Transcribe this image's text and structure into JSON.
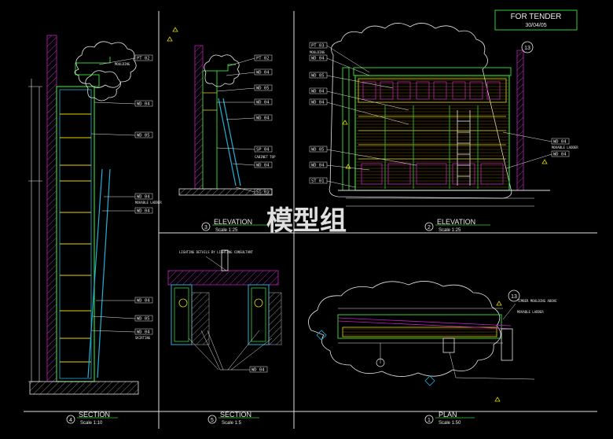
{
  "stamp": {
    "title": "FOR TENDER",
    "date": "30/04/05"
  },
  "watermark": "模型组",
  "titles": {
    "elevation_3": {
      "num": "3",
      "name": "ELEVATION",
      "scale": "Scale 1:25"
    },
    "elevation_2": {
      "num": "2",
      "name": "ELEVATION",
      "scale": "Scale 1:25"
    },
    "section_4": {
      "num": "4",
      "name": "SECTION",
      "scale": "Scale 1:10"
    },
    "section_5": {
      "num": "5",
      "name": "SECTION",
      "scale": "Scale 1:5"
    },
    "plan_1": {
      "num": "1",
      "name": "PLAN",
      "scale": "Scale 1:50"
    }
  },
  "grid_markers": {
    "elevation": "13",
    "plan": "13"
  },
  "tags": {
    "s4": [
      "PT 02",
      "WD 04",
      "WD 05",
      "WD 04",
      "WD 04",
      "WD 04",
      "WD 05",
      "WD 04"
    ],
    "s3": [
      "PT 02",
      "WD 04",
      "WD 05",
      "WD 04",
      "WD 04",
      "SP 04",
      "WD 04",
      "ST 01"
    ],
    "e2_left": [
      "PT 03",
      "WD 04",
      "WD 05",
      "WD 04",
      "WD 04",
      "WD 05",
      "WD 04",
      "ST 01"
    ],
    "e2_right": [
      "WD 04",
      "WD 04"
    ],
    "s5": [
      "WD 04"
    ]
  },
  "notes": {
    "lighting": "LIGHTING DETAILS BY LIGHTING CONSULTANT",
    "moulding": "MOULDING",
    "mov_ladder": "MOVABLE LADDER",
    "skirting": "SKIRTING",
    "cabinet_top": "CABINET TOP",
    "timber_moulding": "TIMBER MOULDING ABOVE"
  }
}
